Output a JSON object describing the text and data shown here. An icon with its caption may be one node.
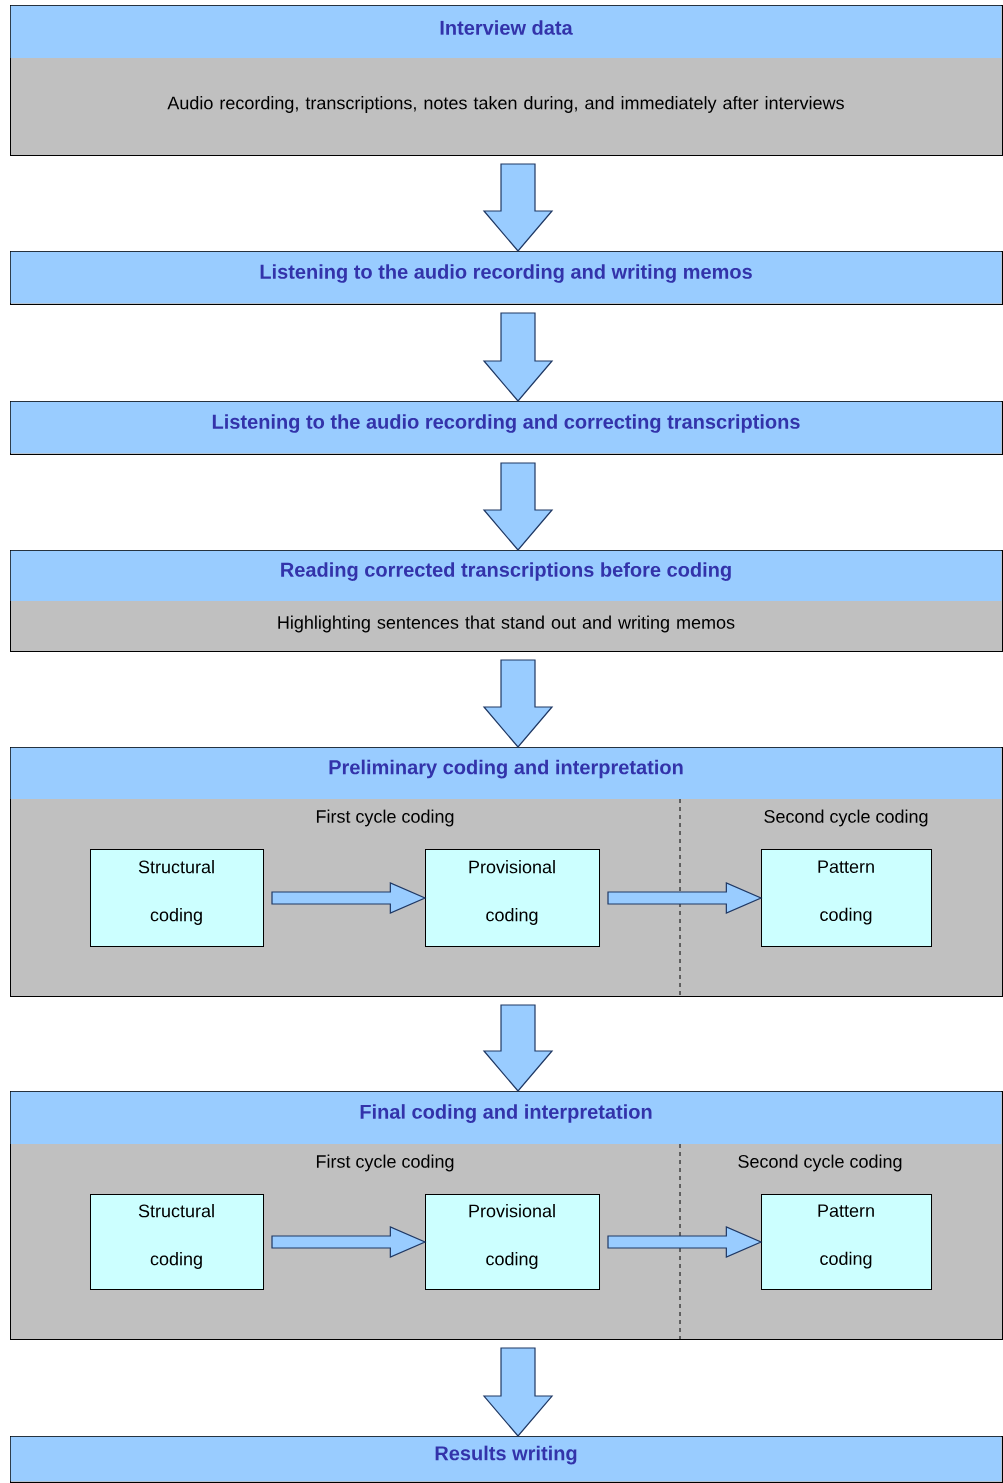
{
  "diagram": {
    "nodes": [
      {
        "text": [
          "Interview data",
          "Audio recording, transcriptions, notes taken during, and immediately after interviews"
        ]
      },
      {
        "text": [
          "Listening to the audio recording and writing memos"
        ]
      },
      {
        "text": [
          "Listening to the audio recording and correcting transcriptions"
        ]
      },
      {
        "text": [
          "Reading corrected transcriptions before coding",
          "Highlighting sentences that stand out and writing memos"
        ]
      },
      {
        "text": [
          "Preliminary coding and interpretation",
          "First cycle coding",
          "Second cycle coding"
        ]
      },
      {
        "text": [
          "Structural coding"
        ],
        "in": 4
      },
      {
        "text": [
          "Provisional coding"
        ],
        "in": 4
      },
      {
        "text": [
          "Pattern coding"
        ],
        "in": 4
      },
      {
        "text": [
          "Final coding and interpretation",
          "First cycle coding",
          "Second cycle coding"
        ]
      },
      {
        "text": [
          "Structural coding"
        ],
        "in": 8
      },
      {
        "text": [
          "Provisional coding"
        ],
        "in": 8
      },
      {
        "text": [
          "Pattern coding"
        ],
        "in": 8
      },
      {
        "text": [
          "Results writing"
        ]
      }
    ],
    "edges": [
      {
        "from": 0,
        "to": 1,
        "arrow": "to"
      },
      {
        "from": 1,
        "to": 2,
        "arrow": "to"
      },
      {
        "from": 2,
        "to": 3,
        "arrow": "to"
      },
      {
        "from": 3,
        "to": 4,
        "arrow": "to"
      },
      {
        "from": 5,
        "to": 6,
        "arrow": "to"
      },
      {
        "from": 6,
        "to": 7,
        "arrow": "to"
      },
      {
        "from": 4,
        "to": 8,
        "arrow": "to"
      },
      {
        "from": 9,
        "to": 10,
        "arrow": "to"
      },
      {
        "from": 10,
        "to": 11,
        "arrow": "to"
      },
      {
        "from": 8,
        "to": 12,
        "arrow": "to"
      }
    ]
  }
}
